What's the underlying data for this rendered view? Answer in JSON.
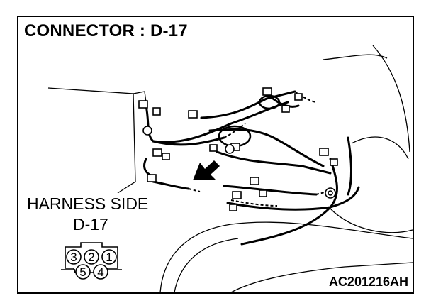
{
  "title": "CONNECTOR : D-17",
  "harness_side_label": "HARNESS SIDE",
  "harness_connector_id": "D-17",
  "figure_code": "AC201216AH",
  "connector_pins": {
    "top_row": [
      "3",
      "2",
      "1"
    ],
    "bottom_row": [
      "5",
      "4"
    ]
  }
}
